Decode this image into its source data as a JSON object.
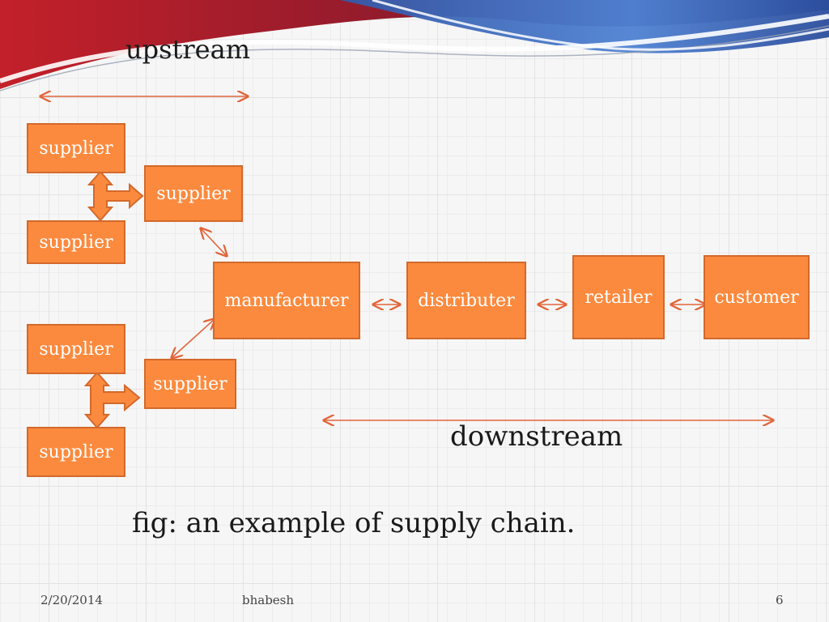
{
  "title": "upstream",
  "boxes": {
    "supplier_1": "supplier",
    "supplier_2": "supplier",
    "supplier_3": "supplier",
    "supplier_4": "supplier",
    "supplier_5": "supplier",
    "supplier_6": "supplier",
    "manufacturer": "manufacturer",
    "distributer": "distributer",
    "retailer": "retailer",
    "customer": "customer"
  },
  "downstream_label": "downstream",
  "caption": "fig: an example of supply chain.",
  "footer": {
    "date": "2/20/2014",
    "author": "bhabesh",
    "page": "6"
  },
  "colors": {
    "box_fill": "#fb8a3e",
    "box_border": "#d3692b",
    "arrow": "#e2653a",
    "banner_red": "#b11c24",
    "banner_blue": "#2f57a6"
  }
}
